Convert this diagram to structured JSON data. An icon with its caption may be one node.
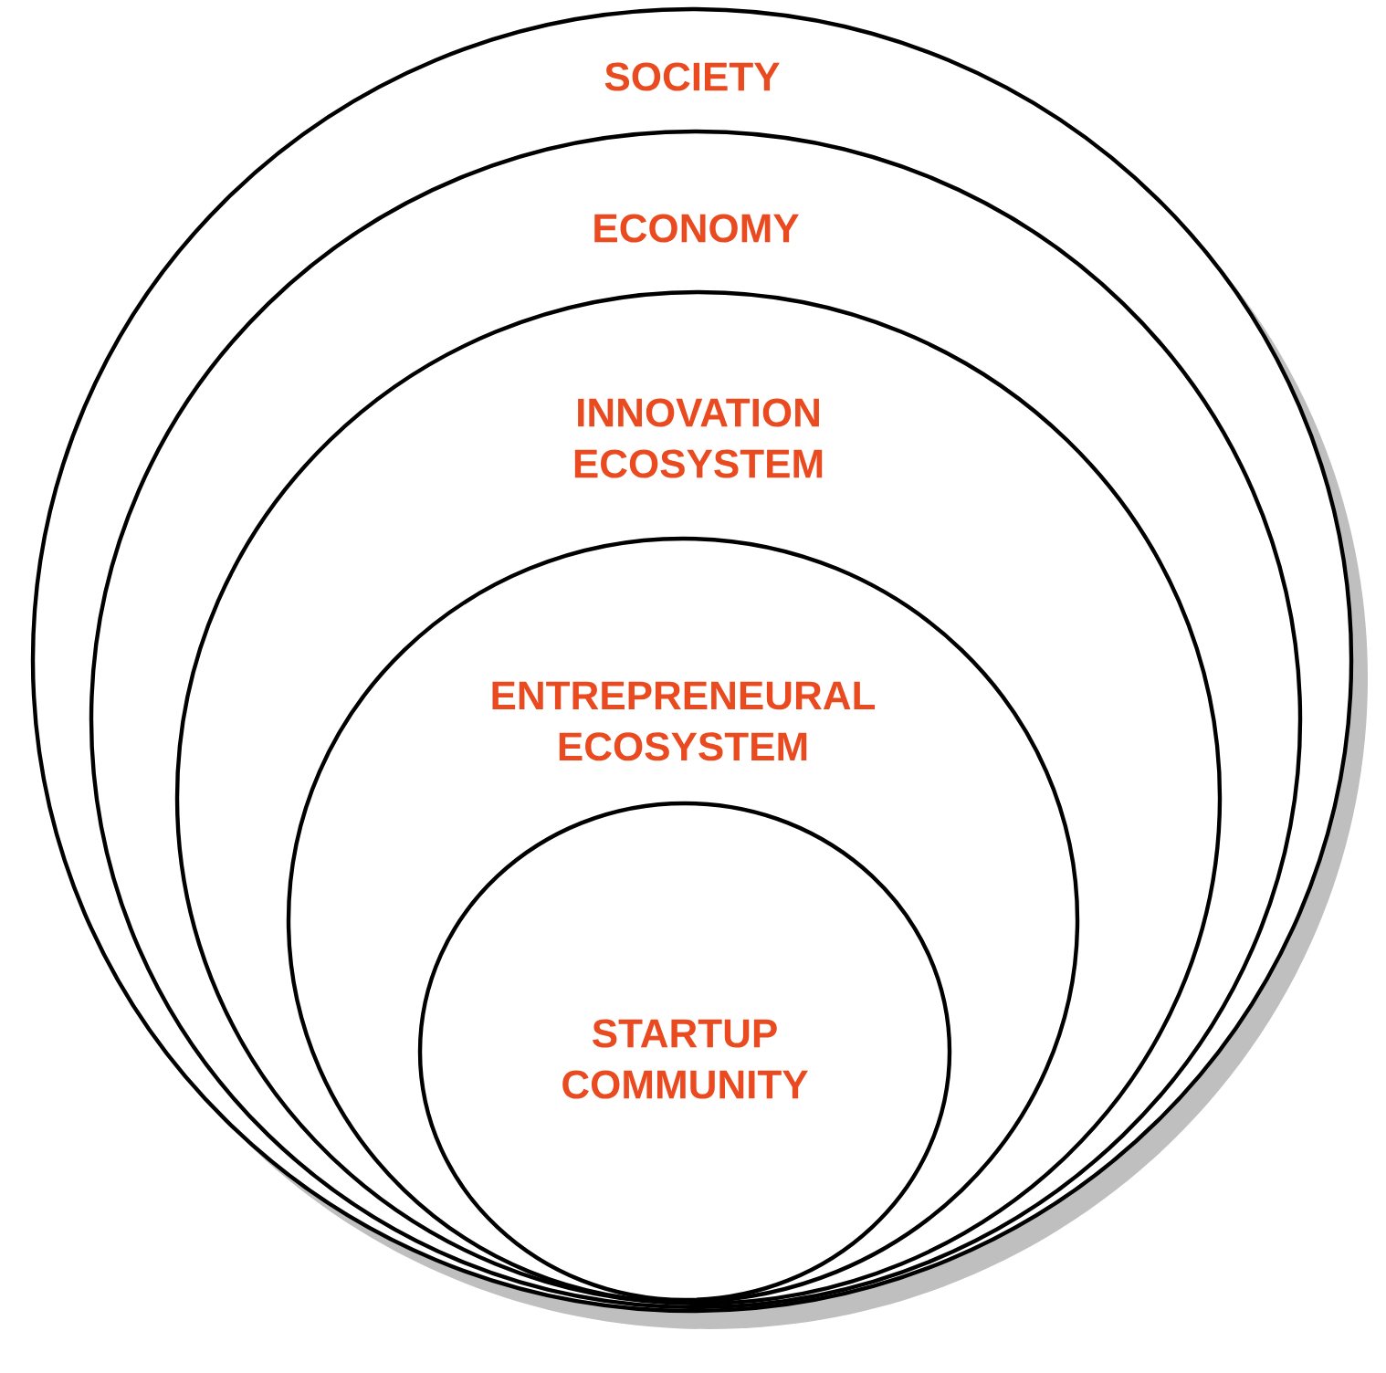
{
  "diagram": {
    "nodes": [
      {
        "text": [
          "SOCIETY"
        ]
      },
      {
        "text": [
          "ECONOMY"
        ],
        "in": 0
      },
      {
        "text": [
          "INNOVATION ECOSYSTEM"
        ],
        "in": 1
      },
      {
        "text": [
          "ENTREPRENEURAL ECOSYSTEM"
        ],
        "in": 2
      },
      {
        "text": [
          "STARTUP COMMUNITY"
        ],
        "in": 3
      }
    ]
  }
}
